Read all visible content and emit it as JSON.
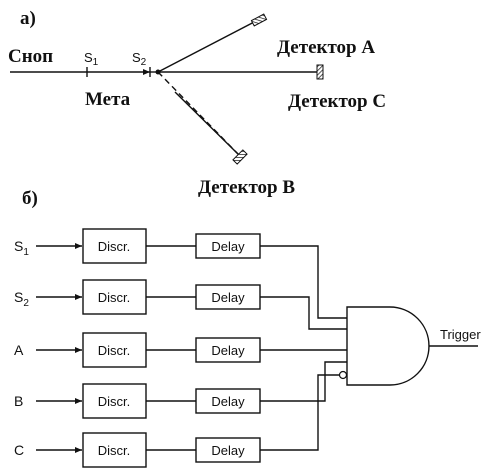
{
  "part_a": {
    "label": "а)",
    "beam_label": "Сноп",
    "s1_label": "S",
    "s1_sub": "1",
    "s2_label": "S",
    "s2_sub": "2",
    "target_label": "Мета",
    "detector_a": "Детектор A",
    "detector_b": "Детектор B",
    "detector_c": "Детектор C"
  },
  "part_b": {
    "label": "б)",
    "discr_label": "Discr.",
    "delay_label": "Delay",
    "trigger_label": "Trigger",
    "channels": [
      {
        "name": "S",
        "sub": "1"
      },
      {
        "name": "S",
        "sub": "2"
      },
      {
        "name": "A",
        "sub": ""
      },
      {
        "name": "B",
        "sub": ""
      },
      {
        "name": "C",
        "sub": ""
      }
    ]
  }
}
